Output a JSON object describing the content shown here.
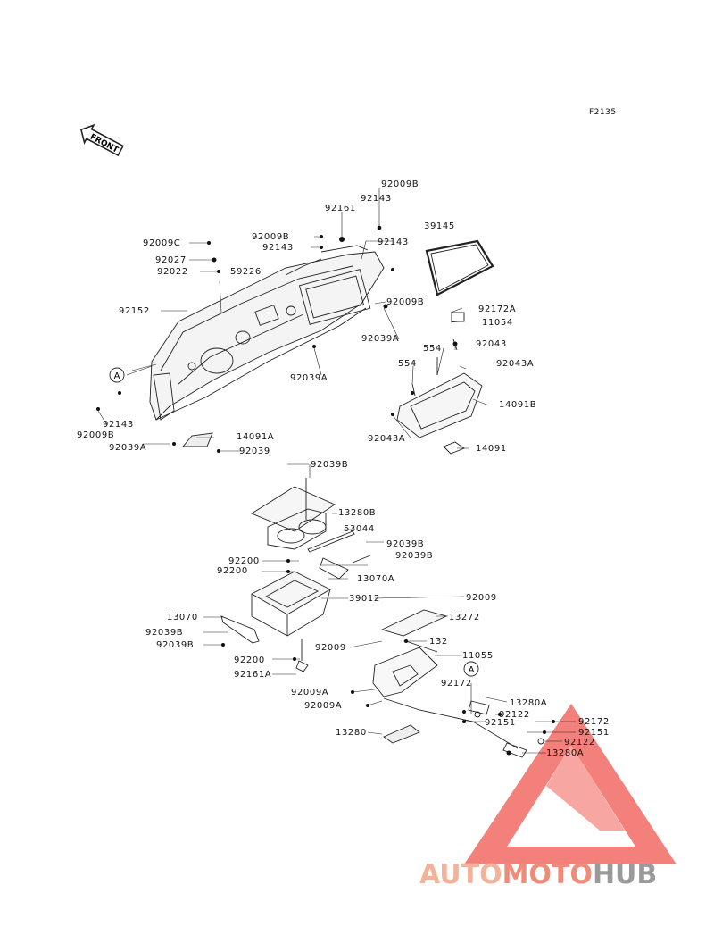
{
  "figure_id": "F2135",
  "front_label": "FRONT",
  "watermark": {
    "auto": "AUTO",
    "moto": "MOTO",
    "hub": "HUB",
    "colors": {
      "auto": "#f2b39a",
      "moto": "#f08a7a",
      "hub": "#9a9a9a",
      "triangle": "#f26b63"
    }
  },
  "callouts": [
    {
      "id": "c1",
      "text": "92009B"
    },
    {
      "id": "c2",
      "text": "92143"
    },
    {
      "id": "c3",
      "text": "92161"
    },
    {
      "id": "c4",
      "text": "39145"
    },
    {
      "id": "c5",
      "text": "92009C"
    },
    {
      "id": "c6",
      "text": "92009B"
    },
    {
      "id": "c7",
      "text": "92143"
    },
    {
      "id": "c8",
      "text": "92143"
    },
    {
      "id": "c9",
      "text": "92027"
    },
    {
      "id": "c10",
      "text": "92022"
    },
    {
      "id": "c11",
      "text": "59226"
    },
    {
      "id": "c12",
      "text": "92009B"
    },
    {
      "id": "c13",
      "text": "92152"
    },
    {
      "id": "c14",
      "text": "92172A"
    },
    {
      "id": "c15",
      "text": "11054"
    },
    {
      "id": "c16",
      "text": "92039A"
    },
    {
      "id": "c17",
      "text": "554"
    },
    {
      "id": "c18",
      "text": "92043"
    },
    {
      "id": "c19",
      "text": "554"
    },
    {
      "id": "c20",
      "text": "92043A"
    },
    {
      "id": "c21",
      "text": "92039A"
    },
    {
      "id": "c22",
      "text": "14091B"
    },
    {
      "id": "c23",
      "text": "92143"
    },
    {
      "id": "c24",
      "text": "92009B"
    },
    {
      "id": "c25",
      "text": "14091A"
    },
    {
      "id": "c26",
      "text": "92043A"
    },
    {
      "id": "c27",
      "text": "92039A"
    },
    {
      "id": "c28",
      "text": "92039"
    },
    {
      "id": "c29",
      "text": "14091"
    },
    {
      "id": "c30",
      "text": "92039B"
    },
    {
      "id": "c31",
      "text": "13280B"
    },
    {
      "id": "c32",
      "text": "53044"
    },
    {
      "id": "c33",
      "text": "92039B"
    },
    {
      "id": "c34",
      "text": "92039B"
    },
    {
      "id": "c35",
      "text": "92200"
    },
    {
      "id": "c36",
      "text": "92200"
    },
    {
      "id": "c37",
      "text": "13070A"
    },
    {
      "id": "c38",
      "text": "39012"
    },
    {
      "id": "c39",
      "text": "92009"
    },
    {
      "id": "c40",
      "text": "13070"
    },
    {
      "id": "c41",
      "text": "13272"
    },
    {
      "id": "c42",
      "text": "92039B"
    },
    {
      "id": "c43",
      "text": "92039B"
    },
    {
      "id": "c44",
      "text": "92009"
    },
    {
      "id": "c45",
      "text": "132"
    },
    {
      "id": "c46",
      "text": "92200"
    },
    {
      "id": "c47",
      "text": "11055"
    },
    {
      "id": "c48",
      "text": "92161A"
    },
    {
      "id": "c49",
      "text": "92172"
    },
    {
      "id": "c50",
      "text": "92009A"
    },
    {
      "id": "c51",
      "text": "13280A"
    },
    {
      "id": "c52",
      "text": "92009A"
    },
    {
      "id": "c53",
      "text": "92122"
    },
    {
      "id": "c54",
      "text": "92151"
    },
    {
      "id": "c55",
      "text": "92172"
    },
    {
      "id": "c56",
      "text": "92151"
    },
    {
      "id": "c57",
      "text": "13280"
    },
    {
      "id": "c58",
      "text": "92122"
    },
    {
      "id": "c59",
      "text": "13280A"
    }
  ],
  "ref_markers": [
    {
      "id": "r1",
      "text": "A"
    },
    {
      "id": "r2",
      "text": "A"
    }
  ]
}
